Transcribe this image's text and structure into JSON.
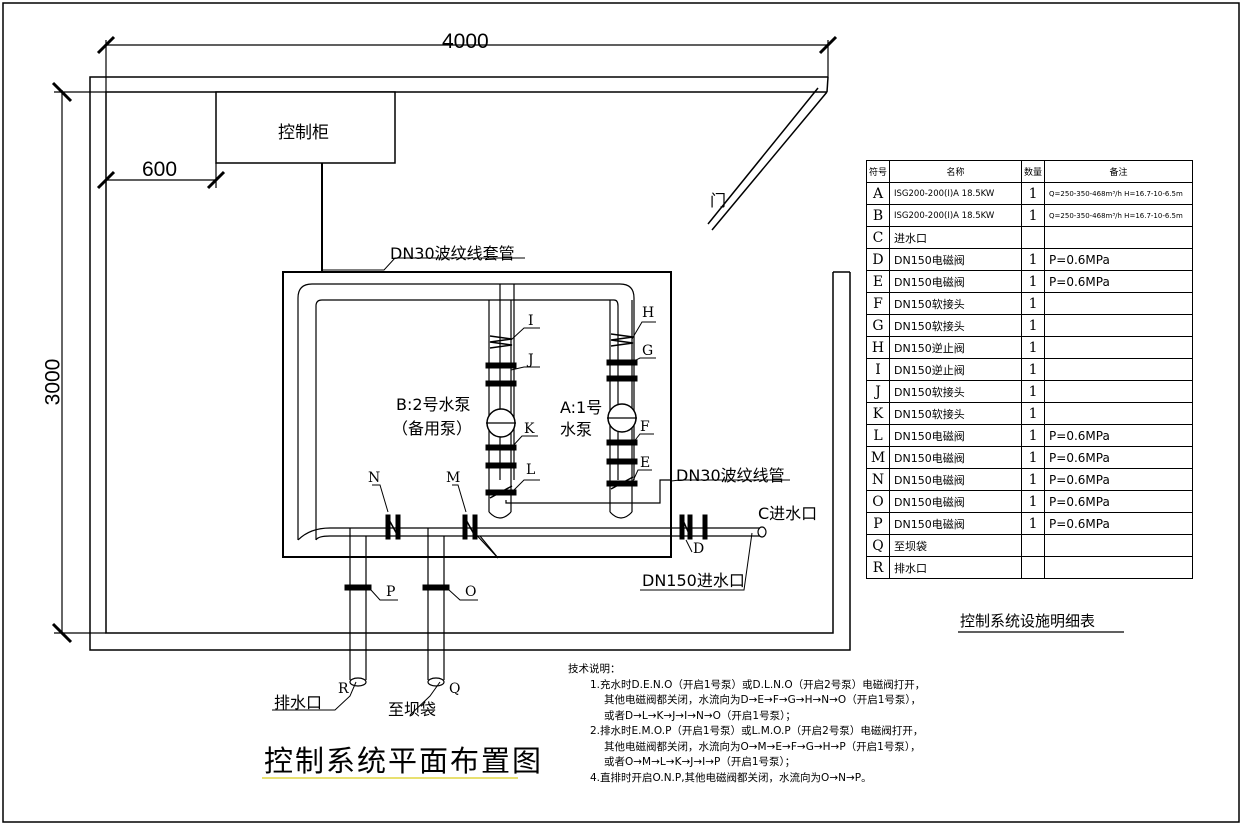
{
  "dimensions": {
    "width": "4000",
    "height": "3000",
    "offset": "600"
  },
  "labels": {
    "cabinet": "控制柜",
    "door": "门",
    "conduit": "DN30波纹线套管",
    "wire_pipe": "DN30波纹线管",
    "pump_b_line1": "B:2号水泵",
    "pump_b_line2": "（备用泵）",
    "pump_a_line1": "A:1号",
    "pump_a_line2": "水泵",
    "inlet_c": "C进水口",
    "inlet_dn150": "DN150进水口",
    "drain_r": "排水口",
    "dam_bag_q": "至坝袋"
  },
  "component_letters": {
    "I": "I",
    "J": "J",
    "K": "K",
    "L": "L",
    "H": "H",
    "G": "G",
    "F": "F",
    "E": "E",
    "N": "N",
    "M": "M",
    "D": "D",
    "P": "P",
    "O": "O",
    "R": "R",
    "Q": "Q"
  },
  "title": "控制系统平面布置图",
  "table": {
    "headers": [
      "符号",
      "名称",
      "数量",
      "备注"
    ],
    "rows": [
      {
        "sym": "A",
        "name": "ISG200-200(I)A  18.5KW",
        "qty": "1",
        "note": "Q=250-350-468m³/h H=16.7-10-6.5m"
      },
      {
        "sym": "B",
        "name": "ISG200-200(I)A  18.5KW",
        "qty": "1",
        "note": "Q=250-350-468m³/h H=16.7-10-6.5m"
      },
      {
        "sym": "C",
        "name": "进水口",
        "qty": "",
        "note": ""
      },
      {
        "sym": "D",
        "name": "DN150电磁阀",
        "qty": "1",
        "note": "P=0.6MPa"
      },
      {
        "sym": "E",
        "name": "DN150电磁阀",
        "qty": "1",
        "note": "P=0.6MPa"
      },
      {
        "sym": "F",
        "name": "DN150软接头",
        "qty": "1",
        "note": ""
      },
      {
        "sym": "G",
        "name": "DN150软接头",
        "qty": "1",
        "note": ""
      },
      {
        "sym": "H",
        "name": "DN150逆止阀",
        "qty": "1",
        "note": ""
      },
      {
        "sym": "I",
        "name": "DN150逆止阀",
        "qty": "1",
        "note": ""
      },
      {
        "sym": "J",
        "name": "DN150软接头",
        "qty": "1",
        "note": ""
      },
      {
        "sym": "K",
        "name": "DN150软接头",
        "qty": "1",
        "note": ""
      },
      {
        "sym": "L",
        "name": "DN150电磁阀",
        "qty": "1",
        "note": "P=0.6MPa"
      },
      {
        "sym": "M",
        "name": "DN150电磁阀",
        "qty": "1",
        "note": "P=0.6MPa"
      },
      {
        "sym": "N",
        "name": "DN150电磁阀",
        "qty": "1",
        "note": "P=0.6MPa"
      },
      {
        "sym": "O",
        "name": "DN150电磁阀",
        "qty": "1",
        "note": "P=0.6MPa"
      },
      {
        "sym": "P",
        "name": "DN150电磁阀",
        "qty": "1",
        "note": "P=0.6MPa"
      },
      {
        "sym": "Q",
        "name": "至坝袋",
        "qty": "",
        "note": ""
      },
      {
        "sym": "R",
        "name": "排水口",
        "qty": "",
        "note": ""
      }
    ],
    "caption": "控制系统设施明细表"
  },
  "tech_notes": {
    "heading": "技术说明：",
    "lines": [
      "1.充水时D.E.N.O（开启1号泵）或D.L.N.O（开启2号泵）电磁阀打开，",
      "其他电磁阀都关闭，水流向为D→E→F→G→H→N→O（开启1号泵），",
      "或者D→L→K→J→I→N→O（开启1号泵）；",
      "2.排水时E.M.O.P（开启1号泵）或L.M.O.P（开启2号泵）电磁阀打开，",
      "其他电磁阀都关闭，水流向为O→M→E→F→G→H→P（开启1号泵），",
      "或者O→M→L→K→J→I→P（开启1号泵）；",
      "4.直排时开启O.N.P,其他电磁阀都关闭，水流向为O→N→P。"
    ]
  }
}
